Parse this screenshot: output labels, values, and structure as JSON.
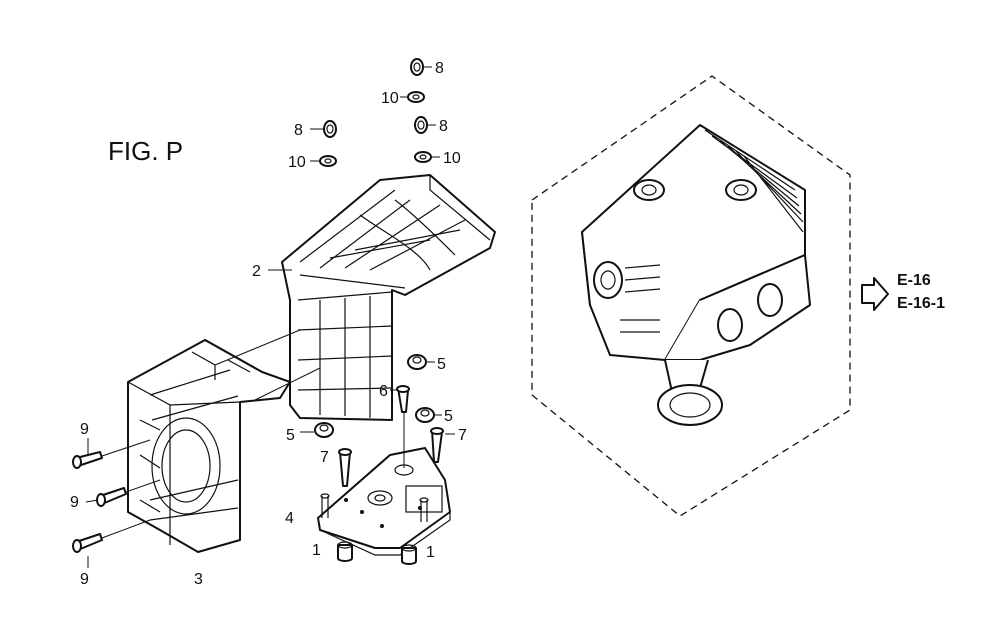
{
  "figure": {
    "title": "FIG. P",
    "callouts": {
      "c1a": "1",
      "c1b": "1",
      "c2": "2",
      "c3": "3",
      "c4": "4",
      "c5a": "5",
      "c5b": "5",
      "c5c": "5",
      "c6": "6",
      "c7a": "7",
      "c7b": "7",
      "c8a": "8",
      "c8b": "8",
      "c8c": "8",
      "c9a": "9",
      "c9b": "9",
      "c9c": "9",
      "c10a": "10",
      "c10b": "10",
      "c10c": "10"
    },
    "references": {
      "ref1": "E-16",
      "ref2": "E-16-1"
    }
  }
}
